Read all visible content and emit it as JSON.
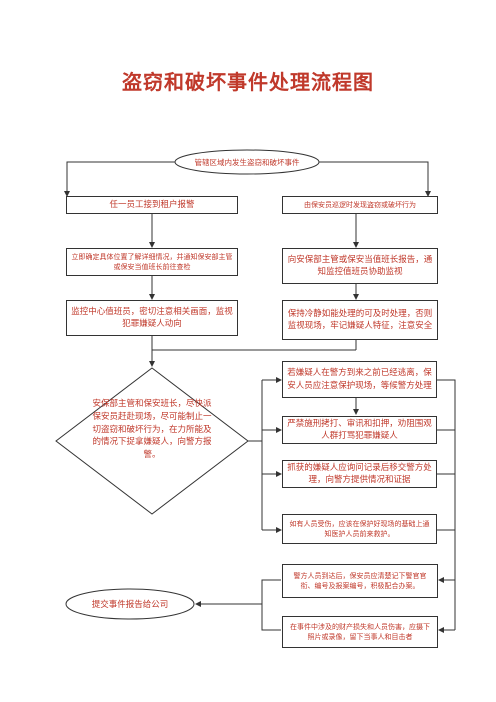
{
  "title": "盗窃和破坏事件处理流程图",
  "start": "管辖区域内发生盗窃和破坏事件",
  "left": {
    "b1": "任一员工接到租户报警",
    "b2": "立即确定具体位置了解详细情况，并通知保安部主管或保安当值班长前往查检",
    "b3": "监控中心值班员，密切注意相关画面，监视犯罪嫌疑人动向",
    "diamond": "安保部主管和保安班长，尽快派保安员赶赴现场，尽可能制止一切盗窃和破坏行为，在力所能及的情况下捉拿嫌疑人，向警方报警。",
    "report": "提交事件报告给公司"
  },
  "right": {
    "b1": "由保安员巡逻时发现盗窃或破坏行为",
    "b2": "向安保部主管或保安当值班长报告，通知监控值班员协助监视",
    "b3": "保持冷静如能处理的可及时处理，否则监视现场，牢记嫌疑人特征，注意安全",
    "b4": "若嫌疑人在警方到来之前已经逃离，保安人员应注意保护现场，等候警方处理",
    "b5": "严禁施刑拷打、审讯和扣押，劝阻围观人群打骂犯罪嫌疑人",
    "b6": "抓获的嫌疑人应询问记录后移交警方处理，向警方提供情况和证据",
    "b7": "如有人员受伤，应该在保护好现场的基础上通知医护人员前来救护。",
    "b8": "警方人员到达后，保安员应清楚记下警官官衔、编号及报案编号，积极配合办案。",
    "b9": "在事件中涉及的财产损失和人员伤害，应摄下照片或录像，留下当事人和目击者"
  }
}
